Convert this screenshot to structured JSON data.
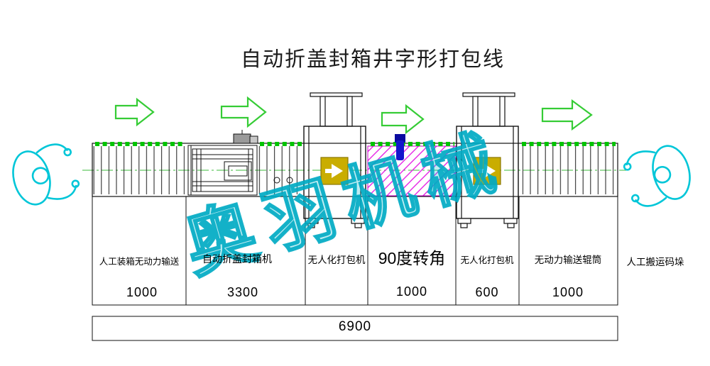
{
  "title": "自动折盖封箱井字形打包线",
  "watermark": "奥羽机械",
  "stations": [
    {
      "label": "人工装箱无动力输送",
      "dim": "1000"
    },
    {
      "label": "自动折盖封箱机",
      "dim": "3300"
    },
    {
      "label": "无人化打包机"
    },
    {
      "label": "90度转角",
      "dim": "1000"
    },
    {
      "label": "无人化打包机",
      "dim": "600"
    },
    {
      "label": "无动力输送辊筒",
      "dim": "1000"
    },
    {
      "label": "人工搬运码垛"
    }
  ],
  "total_length": "6900",
  "icons": {
    "flow_arrow": "right-flow-arrow",
    "worker": "top-view-worker-figure",
    "strap_head": "strapping-head",
    "carton_dots": "carton-row-markers"
  },
  "colors": {
    "flow_arrow": "#35cc35",
    "carton_dot": "#00c400",
    "turn_hatch": "#e311e3",
    "packer_block": "#c9ad00",
    "strap_head": "#1515cc",
    "worker": "#00c6d8",
    "watermark": "#00bace",
    "line": "#111111"
  }
}
